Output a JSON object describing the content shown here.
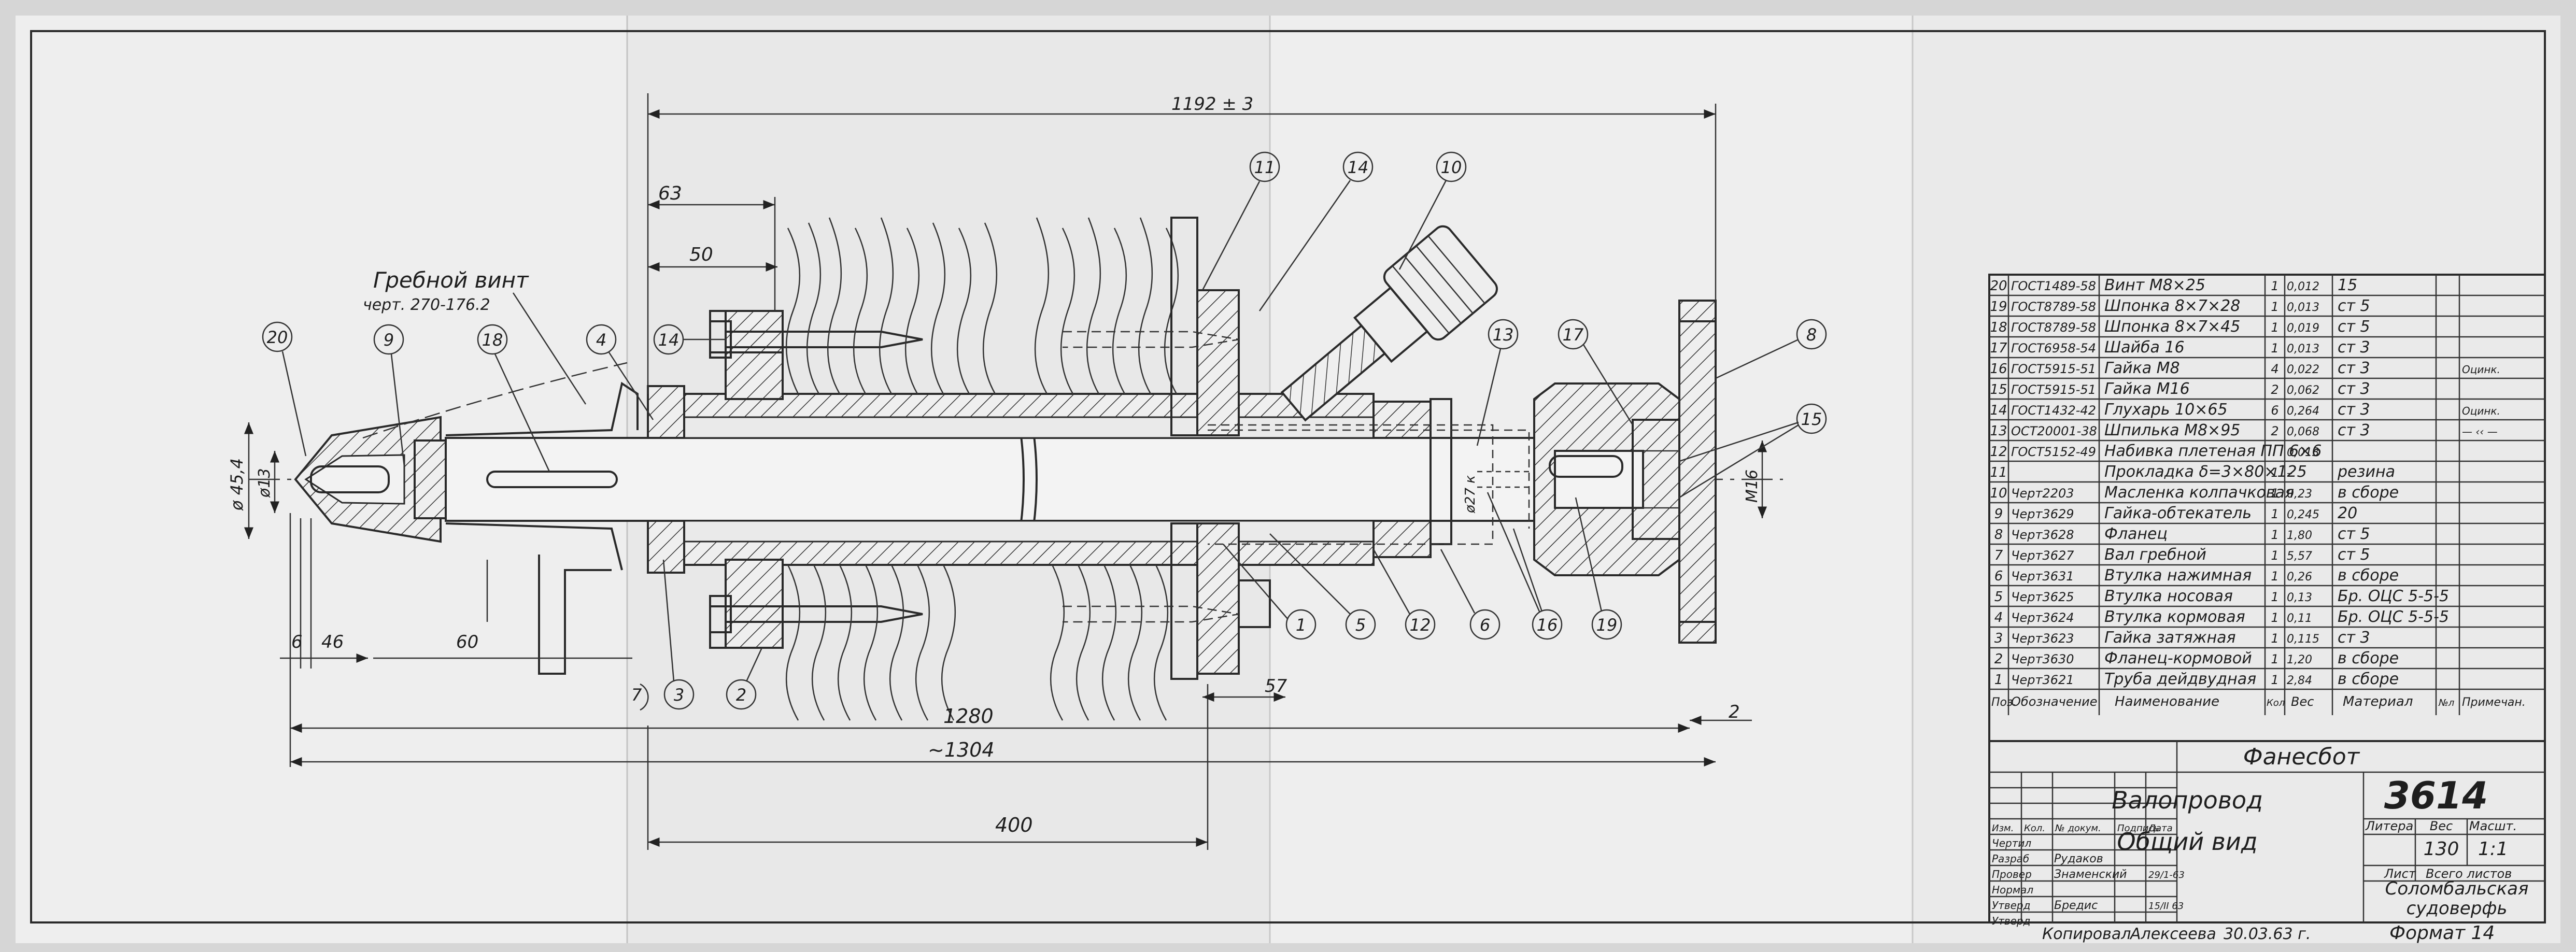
{
  "drawing": {
    "propeller_label": "Гребной винт",
    "propeller_ref": "черт. 270-176.2",
    "dims": {
      "overall": "1192 ± 3",
      "d63": "63",
      "d50": "50",
      "d1280": "1280",
      "d1304": "~1304",
      "d400": "400",
      "d57": "57",
      "d6": "6",
      "d46": "46",
      "d60": "60",
      "d2": "2",
      "phi454": "ø 45,4",
      "phi13": "ø13",
      "phi27": "ø27 к",
      "m16": "M16"
    },
    "balloons": [
      "20",
      "9",
      "18",
      "4",
      "14",
      "11",
      "14",
      "10",
      "13",
      "17",
      "8",
      "15",
      "1",
      "5",
      "12",
      "6",
      "16",
      "19",
      "3",
      "2",
      "7"
    ]
  },
  "spec": {
    "rows": [
      {
        "pos": "20",
        "ref": "ГОСТ1489-58",
        "name": "Винт М8×25",
        "qty": "1",
        "mass": "0,012",
        "mat": "15",
        "note": ""
      },
      {
        "pos": "19",
        "ref": "ГОСТ8789-58",
        "name": "Шпонка 8×7×28",
        "qty": "1",
        "mass": "0,013",
        "mat": "ст 5",
        "note": ""
      },
      {
        "pos": "18",
        "ref": "ГОСТ8789-58",
        "name": "Шпонка 8×7×45",
        "qty": "1",
        "mass": "0,019",
        "mat": "ст 5",
        "note": ""
      },
      {
        "pos": "17",
        "ref": "ГОСТ6958-54",
        "name": "Шайба 16",
        "qty": "1",
        "mass": "0,013",
        "mat": "ст 3",
        "note": ""
      },
      {
        "pos": "16",
        "ref": "ГОСТ5915-51",
        "name": "Гайка М8",
        "qty": "4",
        "mass": "0,022",
        "mat": "ст 3",
        "note": "Оцинк."
      },
      {
        "pos": "15",
        "ref": "ГОСТ5915-51",
        "name": "Гайка М16",
        "qty": "2",
        "mass": "0,062",
        "mat": "ст 3",
        "note": ""
      },
      {
        "pos": "14",
        "ref": "ГОСТ1432-42",
        "name": "Глухарь 10×65",
        "qty": "6",
        "mass": "0,264",
        "mat": "ст 3",
        "note": "Оцинк."
      },
      {
        "pos": "13",
        "ref": "ОСТ20001-38",
        "name": "Шпилька М8×95",
        "qty": "2",
        "mass": "0,068",
        "mat": "ст 3",
        "note": "— ‹‹ —"
      },
      {
        "pos": "12",
        "ref": "ГОСТ5152-49",
        "name": "Набивка плетеная ПП 6×6",
        "qty": "",
        "mass": "0,013",
        "mat": "",
        "note": ""
      },
      {
        "pos": "11",
        "ref": "",
        "name": "Прокладка δ=3×80×125",
        "qty": "1",
        "mass": "–",
        "mat": "резина",
        "note": ""
      },
      {
        "pos": "10",
        "ref": "Черт2203",
        "name": "Масленка колпачковая",
        "qty": "1",
        "mass": "0,23",
        "mat": "в сборе",
        "note": ""
      },
      {
        "pos": "9",
        "ref": "Черт3629",
        "name": "Гайка-обтекатель",
        "qty": "1",
        "mass": "0,245",
        "mat": "20",
        "note": ""
      },
      {
        "pos": "8",
        "ref": "Черт3628",
        "name": "Фланец",
        "qty": "1",
        "mass": "1,80",
        "mat": "ст 5",
        "note": ""
      },
      {
        "pos": "7",
        "ref": "Черт3627",
        "name": "Вал гребной",
        "qty": "1",
        "mass": "5,57",
        "mat": "ст 5",
        "note": ""
      },
      {
        "pos": "6",
        "ref": "Черт3631",
        "name": "Втулка нажимная",
        "qty": "1",
        "mass": "0,26",
        "mat": "в сборе",
        "note": ""
      },
      {
        "pos": "5",
        "ref": "Черт3625",
        "name": "Втулка носовая",
        "qty": "1",
        "mass": "0,13",
        "mat": "Бр. ОЦС 5-5-5",
        "note": ""
      },
      {
        "pos": "4",
        "ref": "Черт3624",
        "name": "Втулка кормовая",
        "qty": "1",
        "mass": "0,11",
        "mat": "Бр. ОЦС 5-5-5",
        "note": ""
      },
      {
        "pos": "3",
        "ref": "Черт3623",
        "name": "Гайка затяжная",
        "qty": "1",
        "mass": "0,115",
        "mat": "ст 3",
        "note": ""
      },
      {
        "pos": "2",
        "ref": "Черт3630",
        "name": "Фланец-кормовой",
        "qty": "1",
        "mass": "1,20",
        "mat": "в сборе",
        "note": ""
      },
      {
        "pos": "1",
        "ref": "Черт3621",
        "name": "Труба дейдвудная",
        "qty": "1",
        "mass": "2,84",
        "mat": "в сборе",
        "note": ""
      }
    ],
    "headers": {
      "pos": "Поз.",
      "ref": "Обозначение",
      "name": "Наименование",
      "qty": "Кол",
      "mass": "Вес",
      "mat": "Материал",
      "kind": "№л",
      "note": "Примечан."
    }
  },
  "title_block": {
    "product": "Фанесбот",
    "sheet_number": "3614",
    "title_line1": "Валопровод",
    "title_line2": "Общий вид",
    "lit_label": "Литера",
    "mass_label": "Вес",
    "scale_label": "Масшт.",
    "mass": "130",
    "scale": "1:1",
    "sheet_label": "Лист",
    "sheets_label": "Всего листов",
    "org_line1": "Соломбальская",
    "org_line2": "судоверфь",
    "format_label": "Формат 14",
    "roles": [
      "Чертил",
      "Разраб",
      "Провер",
      "Нормал",
      "Утверд",
      "Утверд"
    ],
    "names": [
      "",
      "Рудаков",
      "Знаменский",
      "",
      "Бредис",
      ""
    ],
    "dates": [
      "",
      "",
      "29/1-63",
      "",
      "15/II 63",
      ""
    ],
    "cols": [
      "Изм.",
      "Кол.",
      "№ докум.",
      "Подпись",
      "Дата"
    ]
  },
  "footer": {
    "copied": "Копировал",
    "copier": "Алексеева",
    "copy_date": "30.03.63 г."
  }
}
